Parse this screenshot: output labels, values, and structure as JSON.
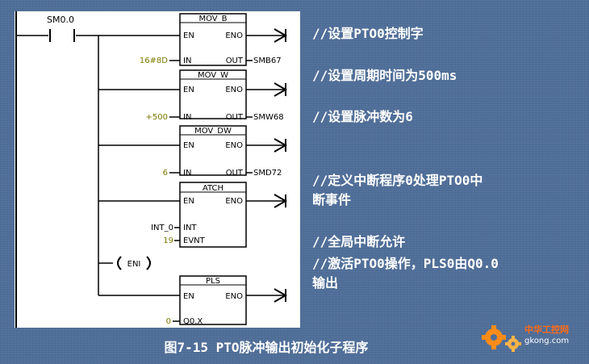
{
  "ladder": {
    "contact": "SM0.0",
    "blocks": [
      {
        "name": "MOV_B",
        "in_label": "IN",
        "in_value": "16#8D",
        "out_label": "OUT",
        "out_value": "SMB67"
      },
      {
        "name": "MOV_W",
        "in_label": "IN",
        "in_value": "+500",
        "out_label": "OUT",
        "out_value": "SMW68"
      },
      {
        "name": "MOV_DW",
        "in_label": "IN",
        "in_value": "6",
        "out_label": "OUT",
        "out_value": "SMD72"
      },
      {
        "name": "ATCH",
        "int_label": "INT",
        "int_value": "INT_0",
        "evnt_label": "EVNT",
        "evnt_value": "19"
      },
      {
        "name": "PLS",
        "q_label": "Q0.X",
        "q_value": "0"
      }
    ],
    "en_label": "EN",
    "eno_label": "ENO",
    "eni_label": "ENI"
  },
  "comments": [
    "//设置PTO0控制字",
    "//设置周期时间为500ms",
    "//设置脉冲数为6",
    "//定义中断程序0处理PTO0中",
    "断事件",
    "//全局中断允许",
    "//激活PTO0操作，PLS0由Q0.0",
    "输出"
  ],
  "caption": "图7-15  PTO脉冲输出初始化子程序",
  "watermark": {
    "cn": "中华工控网",
    "url": "gkong.com"
  },
  "colors": {
    "background": "#4f6e98",
    "value_text": "#7a7a00",
    "accent": "#ff6b1a"
  }
}
